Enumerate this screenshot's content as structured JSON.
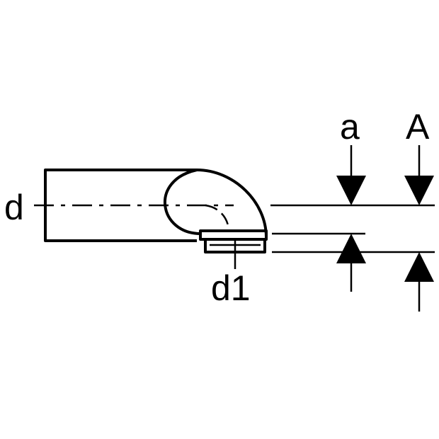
{
  "labels": {
    "d": "d",
    "d1": "d1",
    "a": "a",
    "A": "A"
  },
  "colors": {
    "stroke": "#000000",
    "background": "#ffffff"
  }
}
